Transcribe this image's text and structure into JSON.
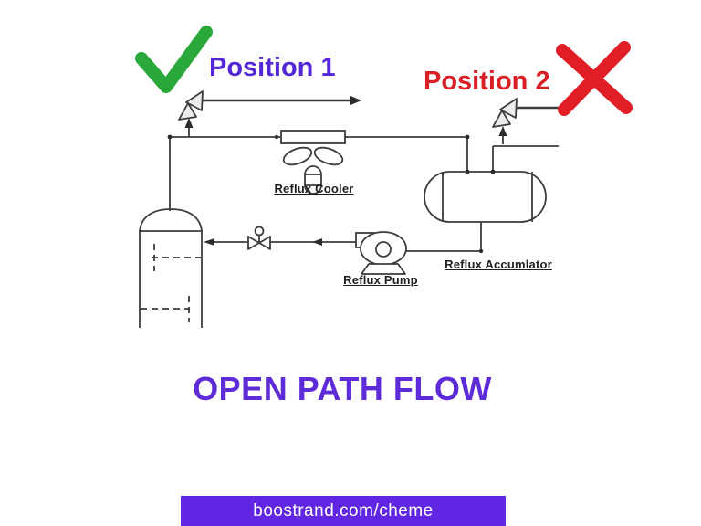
{
  "annotations": {
    "position1": {
      "label": "Position 1",
      "color": "#5427d6",
      "mark": "green-check"
    },
    "position2": {
      "label": "Position 2",
      "color": "#d92027",
      "mark": "red-cross"
    }
  },
  "diagram": {
    "equipment_labels": {
      "cooler": "Reflux Cooler",
      "accumulator": "Reflux Accumlator",
      "pump": "Reflux Pump"
    },
    "line_color": "#3d3d3d"
  },
  "icons": {
    "check": "check-icon",
    "cross": "cross-icon",
    "relief_valve": "relief-valve-icon",
    "fan": "fan-icon",
    "pump": "centrifugal-pump-icon",
    "valve": "manual-valve-icon"
  },
  "title": {
    "text": "OPEN PATH FLOW",
    "color": "#5e2bd9"
  },
  "marks": {
    "check_color": "#2aa83c",
    "cross_color": "#e11d26"
  },
  "footer": {
    "url": "boostrand.com/cheme",
    "background_color": "#6126e3",
    "text_color": "#ffffff"
  }
}
